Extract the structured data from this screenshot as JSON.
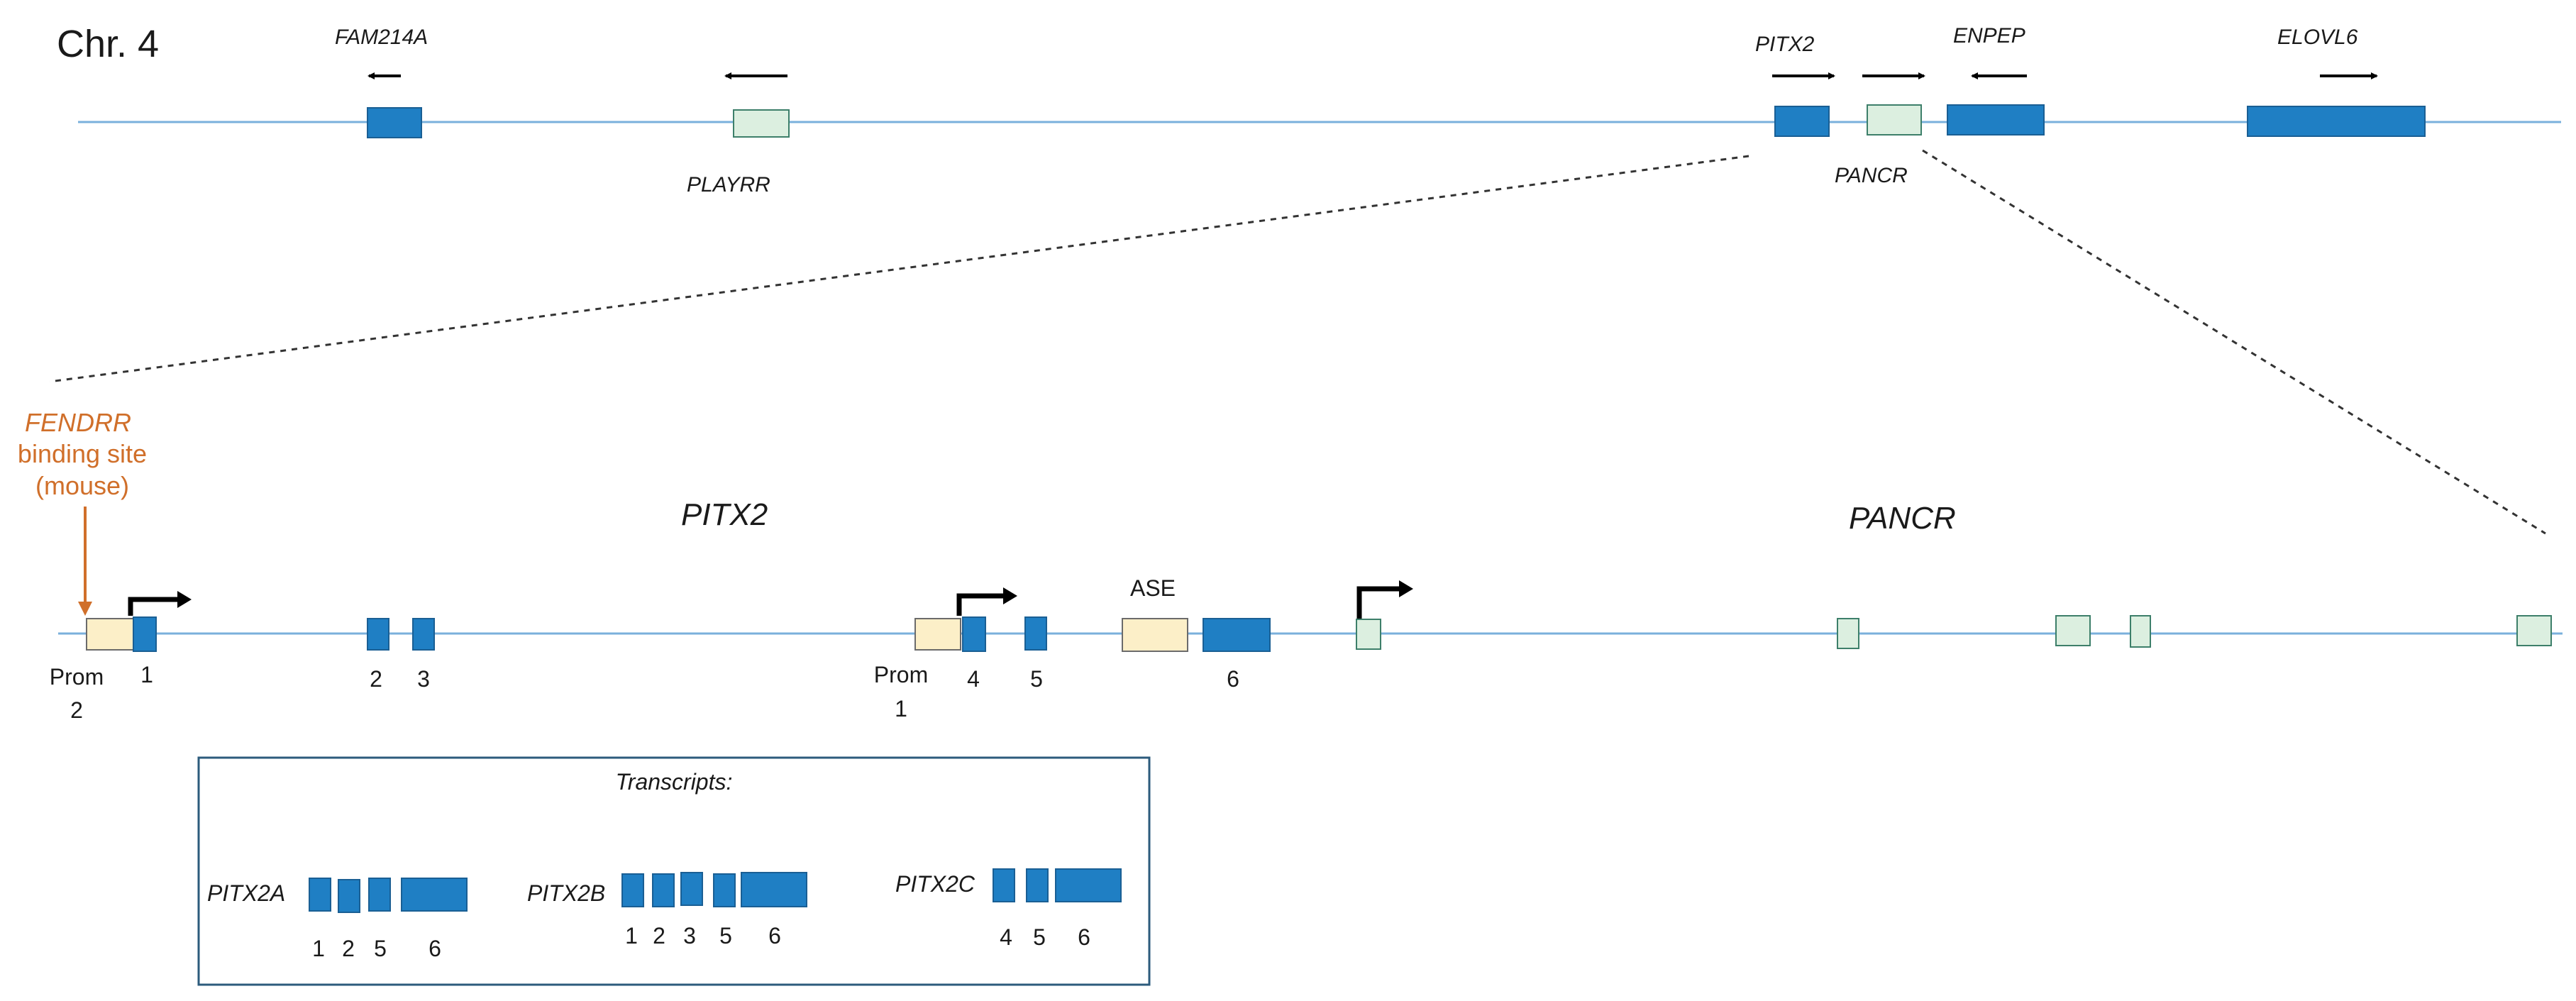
{
  "chromosome": "Chr. 4",
  "top_genes": {
    "fam214a": "FAM214A",
    "playrr": "PLAYRR",
    "pitx2": "PITX2",
    "pancr": "PANCR",
    "enpep": "ENPEP",
    "elovl6": "ELOVL6"
  },
  "zoom": {
    "pitx2_title": "PITX2",
    "pancr_title": "PANCR",
    "fendrr_line1": "FENDRR",
    "fendrr_line2": "binding site",
    "fendrr_line3": "(mouse)",
    "prom2_line1": "Prom",
    "prom2_line2": "2",
    "prom1_line1": "Prom",
    "prom1_line2": "1",
    "ase": "ASE",
    "exon_numbers": [
      "1",
      "2",
      "3",
      "4",
      "5",
      "6"
    ]
  },
  "transcripts": {
    "title": "Transcripts:",
    "items": [
      {
        "name": "PITX2A",
        "exons": [
          "1",
          "2",
          "5",
          "6"
        ]
      },
      {
        "name": "PITX2B",
        "exons": [
          "1",
          "2",
          "3",
          "5",
          "6"
        ]
      },
      {
        "name": "PITX2C",
        "exons": [
          "4",
          "5",
          "6"
        ]
      }
    ]
  },
  "colors": {
    "exon": "#1f7fc4",
    "lncrna": "#dcefe0",
    "promoter": "#fcefc8",
    "chromosome_line": "#7ab0dc",
    "fendrr_annotation": "#d06f2a"
  }
}
